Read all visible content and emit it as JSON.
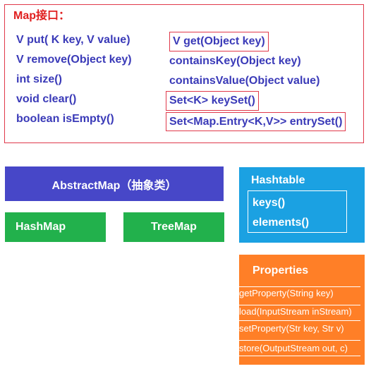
{
  "map_interface": {
    "title": "Map接口：",
    "left_methods": [
      "V put( K key, V value)",
      "V remove(Object key)",
      "int size()",
      "void clear()",
      "boolean isEmpty()"
    ],
    "right_methods": [
      "V get(Object key)",
      "containsKey(Object key)",
      "containsValue(Object value)",
      "Set<K> keySet()",
      "Set<Map.Entry<K,V>> entrySet()"
    ]
  },
  "abstract_map": {
    "label": "AbstractMap（抽象类）"
  },
  "hash_map": {
    "label": "HashMap"
  },
  "tree_map": {
    "label": "TreeMap"
  },
  "hashtable": {
    "title": "Hashtable",
    "methods": [
      "keys()",
      "elements()"
    ]
  },
  "properties": {
    "title": "Properties",
    "methods": [
      "getProperty(String key)",
      "load(InputStream inStream)",
      "setProperty(Str key, Str v)",
      " store(OutputStream out, c)"
    ]
  },
  "colors": {
    "map_border": "#e0394b",
    "map_title": "#e02020",
    "method_text": "#3a3ab8",
    "abstract_map": "#4747c8",
    "green": "#22b14c",
    "hashtable": "#1ba1e2",
    "properties": "#ff7f27"
  }
}
